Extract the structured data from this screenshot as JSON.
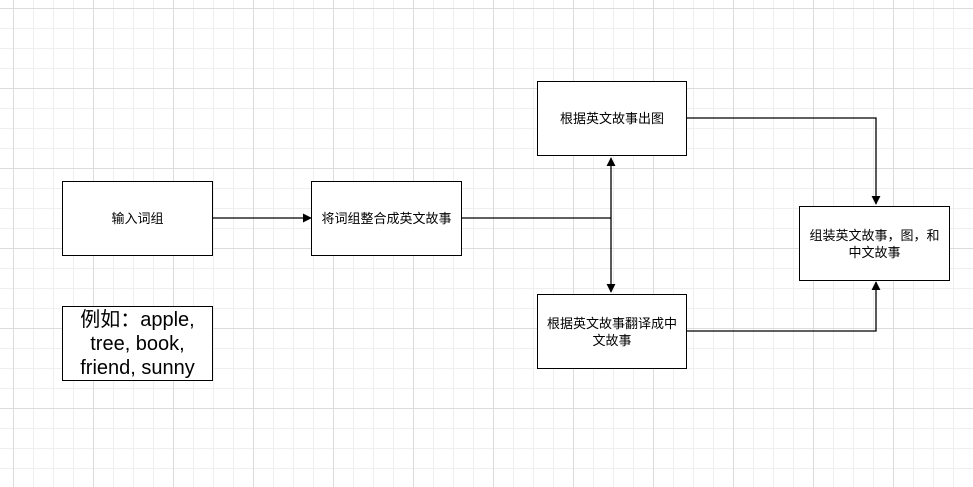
{
  "nodes": {
    "input": "输入词组",
    "integrate": "将词组整合成英文故事",
    "image": "根据英文故事出图",
    "translate": "根据英文故事翻译成中文故事",
    "assemble": "组装英文故事，图，和中文故事",
    "example": "例如：apple, tree, book, friend, sunny"
  },
  "colors": {
    "line": "#000000",
    "node_border": "#000000",
    "node_fill": "#ffffff",
    "grid": "#dcdcdc"
  }
}
